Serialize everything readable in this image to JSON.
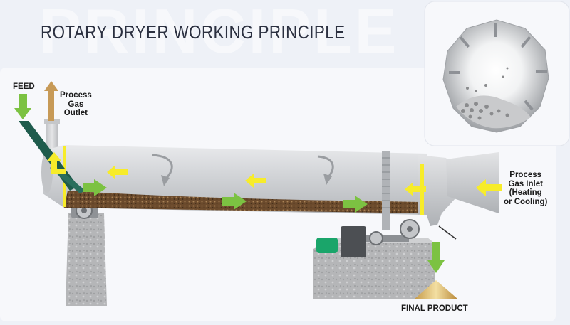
{
  "title": "ROTARY DRYER WORKING PRINCIPLE",
  "watermark": "PRINCIPLE",
  "labels": {
    "feed": "FEED",
    "gas_outlet": [
      "Process",
      "Gas",
      "Outlet"
    ],
    "gas_inlet": [
      "Process",
      "Gas Inlet",
      "(Heating",
      "or Cooling)"
    ],
    "final_product": "FINAL PRODUCT"
  },
  "colors": {
    "background": "#eef1f7",
    "panel": "#f8f9fc",
    "drum": "#d3d5d8",
    "material": "#6b4a2c",
    "green_arrow": "#7cc242",
    "yellow_arrow": "#f7ec2a",
    "motor": "#1aa56a",
    "chute": "#1e5b4c",
    "stone": "#b7b8ba"
  }
}
